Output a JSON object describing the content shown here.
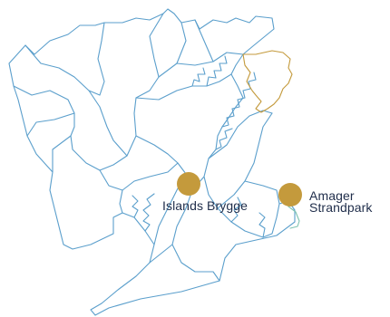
{
  "map": {
    "colors": {
      "background": "#ffffff",
      "district_stroke": "#5b9fcc",
      "highlight_stroke": "#c49a3c",
      "coast_stroke": "#7ec3b0",
      "marker_fill": "#c49a3c",
      "label_text": "#1f2d4a"
    },
    "markers": [
      {
        "id": "islands-brygge",
        "label": "Islands Brygge"
      },
      {
        "id": "amager-strandpark",
        "label": "Amager\nStrandpark"
      }
    ]
  }
}
